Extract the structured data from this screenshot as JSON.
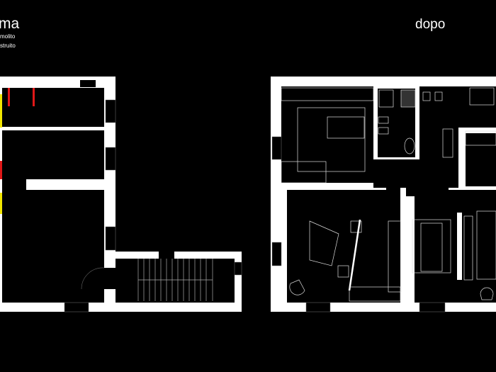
{
  "before": {
    "title": "ma",
    "legend": [
      "molito",
      "struito"
    ]
  },
  "after": {
    "title": "dopo"
  },
  "colors": {
    "background": "#000000",
    "walls": "#ffffff",
    "demolished": "#e01818",
    "built": "#f2e600"
  }
}
